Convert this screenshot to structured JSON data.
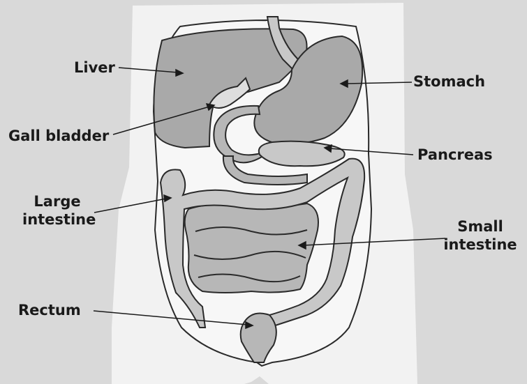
{
  "labels": {
    "liver": "Liver",
    "gall_bladder": "Gall bladder",
    "large_intestine": [
      "Large",
      "intestine"
    ],
    "rectum": "Rectum",
    "stomach": "Stomach",
    "pancreas": "Pancreas",
    "small_intestine": [
      "Small",
      "intestine"
    ]
  },
  "colors": {
    "background": "#d9d9d9",
    "body": "#f2f2f2",
    "organ_dark": "#a9a9a9",
    "organ_mid": "#b7b7b7",
    "organ_light": "#c8c8c8",
    "outline": "#2a2a2a"
  }
}
